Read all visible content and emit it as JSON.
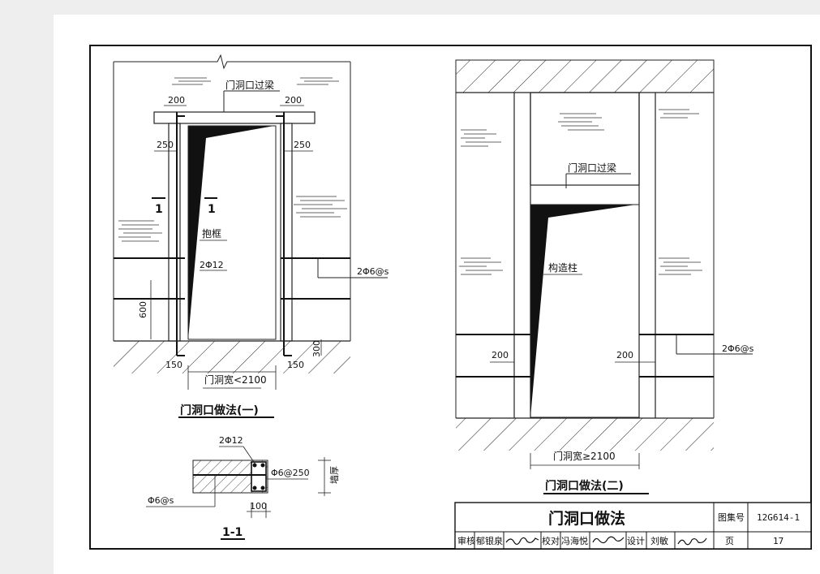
{
  "left_elevation": {
    "lintel_label": "门洞口过梁",
    "dim_200_left": "200",
    "dim_200_right": "200",
    "dim_250_left": "250",
    "dim_250_right": "250",
    "section_mark_a": "1",
    "section_mark_b": "1",
    "frame_label": "抱框",
    "rebar_label": "2Φ12",
    "tie_label": "2Φ6@s",
    "dim_600": "600",
    "dim_300": "300",
    "dim_150_left": "150",
    "dim_150_right": "150",
    "width_label": "门洞宽<2100",
    "title": "门洞口做法(一)"
  },
  "section_1_1": {
    "rebar_label": "2Φ12",
    "stirrup_label": "Φ6@250",
    "wall_label": "墙厚",
    "tie_label": "Φ6@s",
    "dim_100": "100",
    "title": "1-1"
  },
  "right_elevation": {
    "lintel_label": "门洞口过梁",
    "column_label": "构造柱",
    "dim_200_left": "200",
    "dim_200_right": "200",
    "tie_label": "2Φ6@s",
    "width_label": "门洞宽≥2100",
    "title": "门洞口做法(二)"
  },
  "title_block": {
    "title": "门洞口做法",
    "atlas_label": "图集号",
    "atlas_no": "12G614-1",
    "review_label": "审核",
    "reviewer": "郁银泉",
    "check_label": "校对",
    "checker": "冯海悦",
    "design_label": "设计",
    "designer": "刘敏",
    "page_label": "页",
    "page_no": "17"
  }
}
